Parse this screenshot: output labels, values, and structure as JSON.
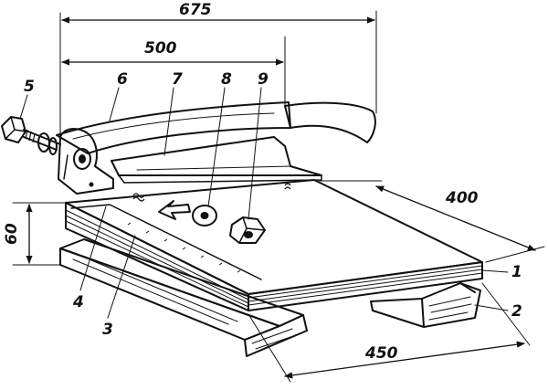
{
  "dimensions": {
    "overall_length": "675",
    "blade_length": "500",
    "board_depth": "400",
    "height": "60",
    "board_width": "450"
  },
  "callouts": {
    "c1": "1",
    "c2": "2",
    "c3": "3",
    "c4": "4",
    "c5": "5",
    "c6": "6",
    "c7": "7",
    "c8": "8",
    "c9": "9"
  }
}
